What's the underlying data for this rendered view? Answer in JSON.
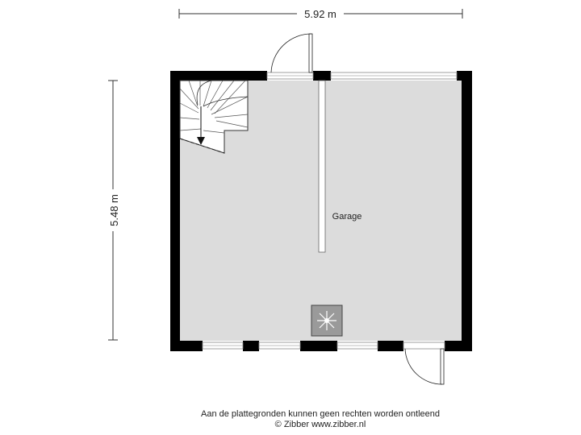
{
  "dimensions": {
    "width_label": "5.92 m",
    "height_label": "5.48 m"
  },
  "rooms": [
    {
      "label": "Garage"
    }
  ],
  "footer": {
    "disclaimer": "Aan de plattegronden kunnen geen rechten worden ontleend",
    "copyright": "© Zibber www.zibber.nl"
  },
  "colors": {
    "wall": "#000000",
    "floor": "#dcdcdc",
    "stairs": "#ffffff",
    "dimension_line": "#333333",
    "text": "#222222"
  },
  "icons": [
    "stairs-icon",
    "boiler-fan-icon",
    "door-swing-icon"
  ]
}
